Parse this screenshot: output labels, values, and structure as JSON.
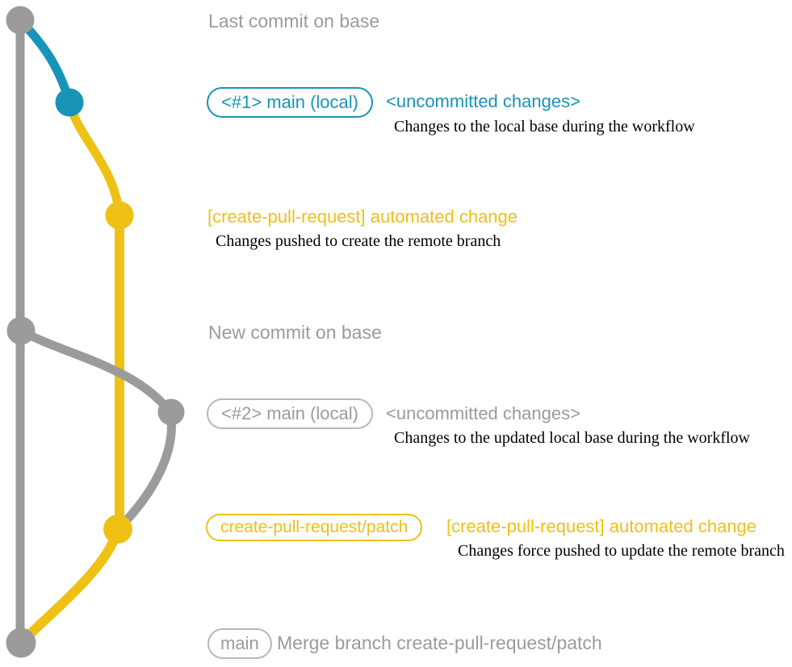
{
  "colors": {
    "base_gray": "#9b9b9b",
    "pill_border_gray": "#b7b7b7",
    "branch_teal": "#1794b8",
    "branch_yellow": "#eec114",
    "description_black": "#000000",
    "background": "#ffffff"
  },
  "graph": {
    "nodes": [
      {
        "name": "last-commit-on-base",
        "color": "gray"
      },
      {
        "name": "local-main-commit-1",
        "color": "teal"
      },
      {
        "name": "create-pull-request-commit-1",
        "color": "yellow"
      },
      {
        "name": "new-commit-on-base",
        "color": "gray"
      },
      {
        "name": "local-main-commit-2",
        "color": "gray"
      },
      {
        "name": "create-pull-request-commit-2",
        "color": "yellow"
      },
      {
        "name": "merge-commit",
        "color": "gray"
      }
    ]
  },
  "annotations": {
    "heading_top": "Last commit on base",
    "heading_middle": "New commit on base",
    "row1": {
      "pill": "<#1> main (local)",
      "status": "<uncommitted changes>",
      "desc": "Changes to the local base during the workflow"
    },
    "row2": {
      "title": "[create-pull-request] automated change",
      "desc": "Changes pushed to create the remote branch"
    },
    "row3": {
      "pill": "<#2> main (local)",
      "status": "<uncommitted changes>",
      "desc": "Changes to the updated local base during the workflow"
    },
    "row4": {
      "pill": "create-pull-request/patch",
      "title": "[create-pull-request] automated change",
      "desc": "Changes force pushed to update the remote branch"
    },
    "row5": {
      "pill": "main",
      "title": "Merge branch create-pull-request/patch"
    }
  }
}
